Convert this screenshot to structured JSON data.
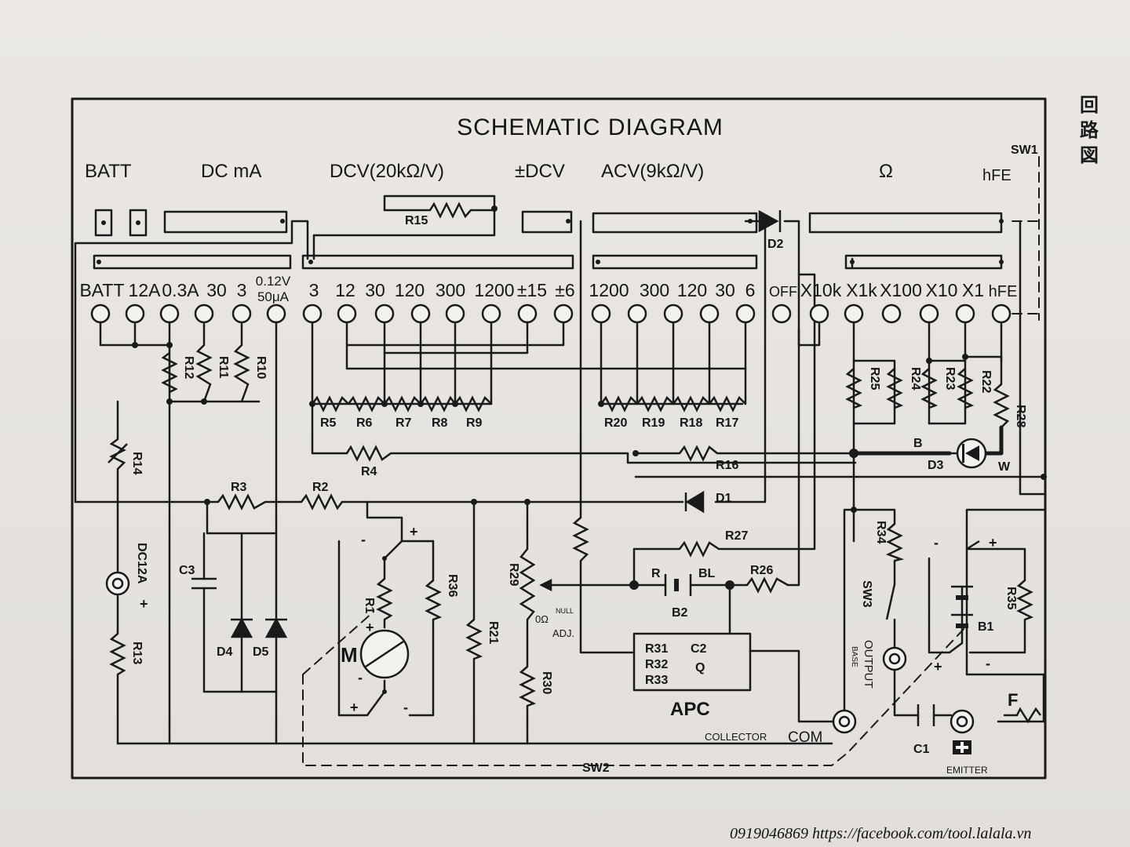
{
  "title": "SCHEMATIC DIAGRAM",
  "side_label": "回路図",
  "range_groups": [
    "BATT",
    "DC mA",
    "DCV(20kΩ/V)",
    "±DCV",
    "ACV(9kΩ/V)",
    "Ω",
    "hFE"
  ],
  "switch_labels": [
    "SW1",
    "SW2",
    "SW3"
  ],
  "terminals": [
    "BATT",
    "12A",
    "0.3A",
    "30",
    "3",
    "0.12V",
    "50μA",
    "3",
    "12",
    "30",
    "120",
    "300",
    "1200",
    "±15",
    "±6",
    "1200",
    "300",
    "120",
    "30",
    "6",
    "OFF",
    "X10k",
    "X1k",
    "X100",
    "X10",
    "X1",
    "hFE"
  ],
  "components": {
    "resistors": [
      "R1",
      "R2",
      "R3",
      "R4",
      "R5",
      "R6",
      "R7",
      "R8",
      "R9",
      "R10",
      "R11",
      "R12",
      "R13",
      "R14",
      "R15",
      "R16",
      "R17",
      "R18",
      "R19",
      "R20",
      "R21",
      "R22",
      "R23",
      "R24",
      "R25",
      "R26",
      "R27",
      "R28",
      "R29",
      "R30",
      "R34",
      "R35",
      "R36"
    ],
    "diodes": [
      "D1",
      "D2",
      "D3",
      "D4",
      "D5"
    ],
    "capacitors": [
      "C1",
      "C3"
    ],
    "batteries": [
      "B1",
      "B2"
    ],
    "misc": [
      "M",
      "F",
      "DC12A",
      "R",
      "BL",
      "B",
      "W",
      "APC"
    ],
    "apc_parts": [
      "R31",
      "R32",
      "R33",
      "C2",
      "Q"
    ]
  },
  "misc_labels": {
    "ohm_adj": "0Ω",
    "null": "NULL",
    "adj": "ADJ.",
    "output": "OUTPUT",
    "base": "BASE",
    "collector": "COLLECTOR",
    "com": "COM",
    "emitter": "EMITTER"
  },
  "footer": "0919046869 https://facebook.com/tool.lalala.vn"
}
